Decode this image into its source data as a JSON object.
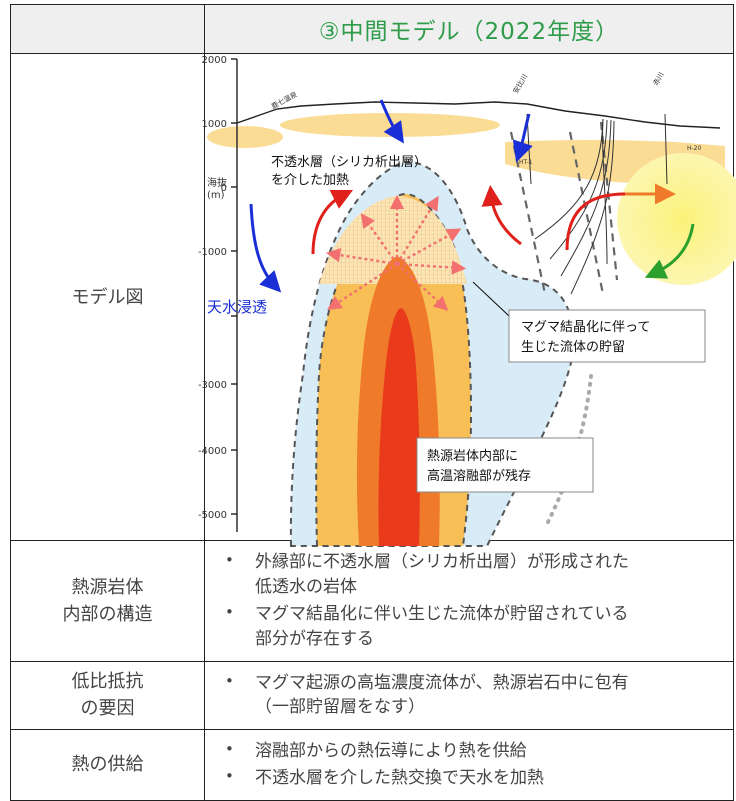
{
  "header": {
    "title": "③中間モデル（2022年度）"
  },
  "rows": {
    "model": {
      "label": "モデル図"
    },
    "structure": {
      "label_line1": "熱源岩体",
      "label_line2": "内部の構造",
      "bullets": [
        {
          "line1": "外縁部に不透水層（シリカ析出層）が形成された",
          "line2": "低透水の岩体"
        },
        {
          "line1": "マグマ結晶化に伴い生じた流体が貯留されている",
          "line2": "部分が存在する"
        }
      ]
    },
    "resistivity": {
      "label_line1": "低比抵抗",
      "label_line2": "の要因",
      "bullets": [
        {
          "line1": "マグマ起源の高塩濃度流体が、熱源岩石中に包有",
          "line2": "（一部貯留層をなす）"
        }
      ]
    },
    "heat": {
      "label": "熱の供給",
      "bullets": [
        {
          "line1": "溶融部からの熱伝導により熱を供給"
        },
        {
          "line1": "不透水層を介した熱交換で天水を加熱"
        }
      ]
    }
  },
  "diagram": {
    "axis": {
      "label_line1": "海抜",
      "label_line2": "(m)",
      "ticks": [
        "2000",
        "1000",
        "0",
        "-1000",
        "-3000",
        "-4000",
        "-5000"
      ]
    },
    "places": {
      "p1": "鹿七温泉",
      "p2": "安比川",
      "p3": "赤川"
    },
    "wells": {
      "ht1": "HT-1",
      "h20": "H-20"
    },
    "annotations": {
      "impermeable_line1": "不透水層（シリカ析出層）",
      "impermeable_line2": "を介した加熱",
      "meteoric": "天水浸透",
      "storage_line1": "マグマ結晶化に伴って",
      "storage_line2": "生じた流体の貯留",
      "melt_line1": "熱源岩体内部に",
      "melt_line2": "高温溶融部が残存"
    },
    "colors": {
      "blue_arrow": "#1a2fd6",
      "red_arrow": "#e0201a",
      "green_arrow": "#2ca02c",
      "halo": "#d8ecf8",
      "outer_body": "#f7bf55",
      "middle_body": "#ee7a2a",
      "core": "#ea3a1c",
      "cap": "#fbe1a8",
      "shallow_reservoir": "#fbdc95",
      "yellow_zone": "#faf28a"
    }
  }
}
